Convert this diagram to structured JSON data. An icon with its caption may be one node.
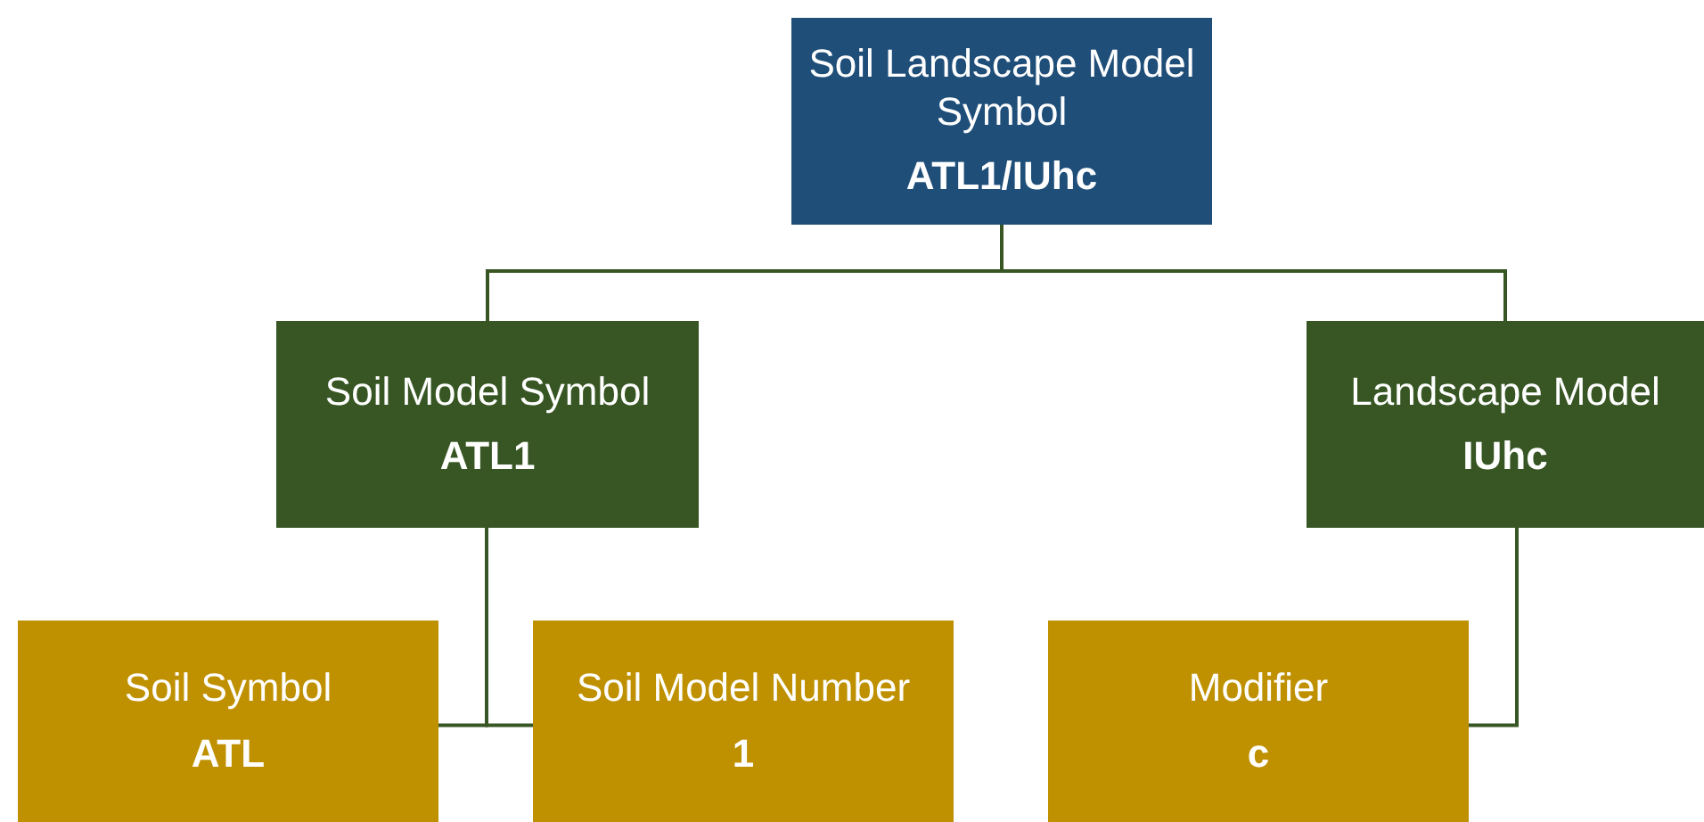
{
  "diagram": {
    "nodes": [
      {
        "text": [
          "Soil Landscape Model Symbol",
          "ATL1/IUhc"
        ]
      },
      {
        "text": [
          "Soil Model Symbol",
          "ATL1"
        ]
      },
      {
        "text": [
          "Landscape Model",
          "IUhc"
        ]
      },
      {
        "text": [
          "Soil Symbol",
          "ATL"
        ]
      },
      {
        "text": [
          "Soil Model Number",
          "1"
        ]
      },
      {
        "text": [
          "Modifier",
          "c"
        ]
      }
    ],
    "edges": [
      {
        "from": 0,
        "to": 1,
        "arrow": "none"
      },
      {
        "from": 0,
        "to": 2,
        "arrow": "none"
      },
      {
        "from": 1,
        "to": 3,
        "arrow": "none"
      },
      {
        "from": 1,
        "to": 4,
        "arrow": "none"
      },
      {
        "from": 2,
        "to": 5,
        "arrow": "none"
      }
    ]
  }
}
